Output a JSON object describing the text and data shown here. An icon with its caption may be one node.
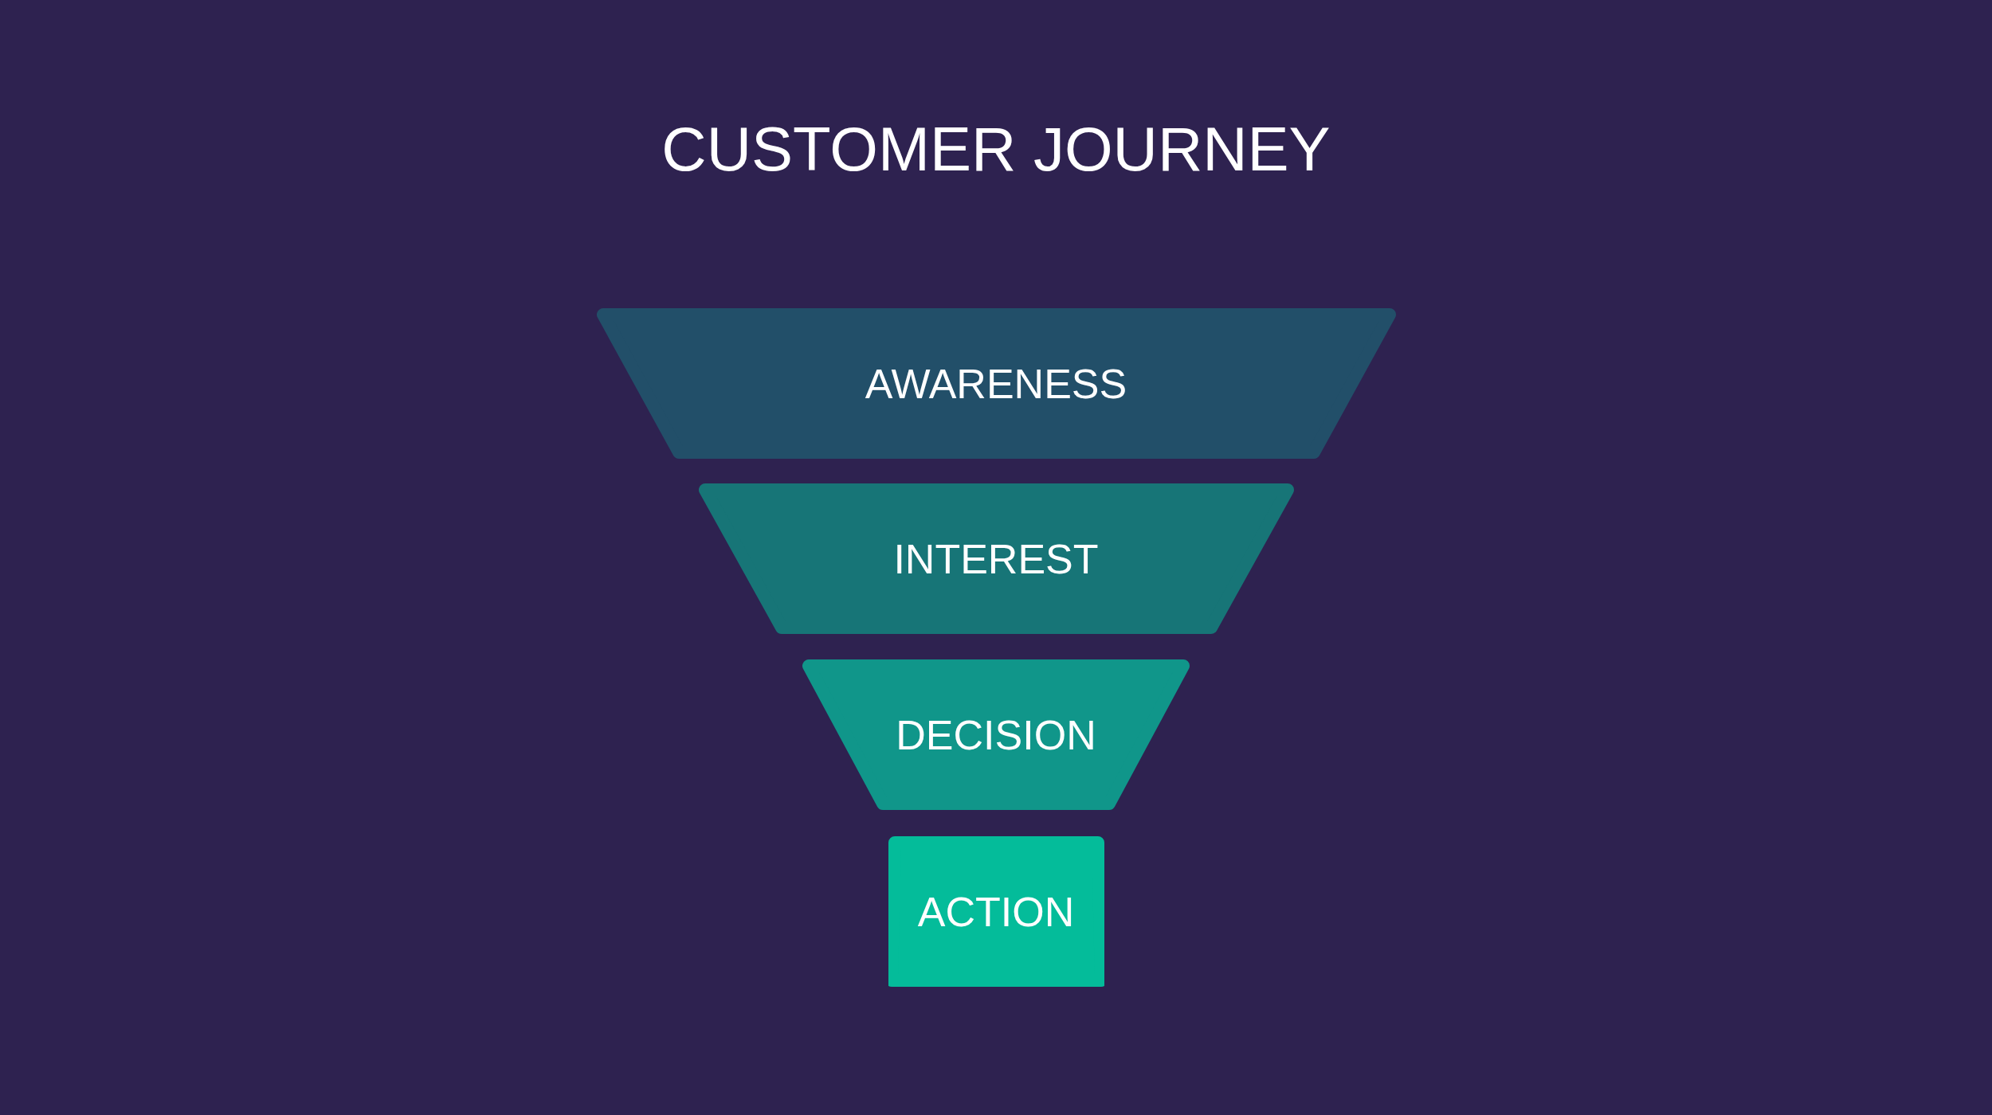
{
  "diagram": {
    "title": "CUSTOMER JOURNEY",
    "nodes": [
      {
        "text": [
          "AWARENESS"
        ]
      },
      {
        "text": [
          "INTEREST"
        ]
      },
      {
        "text": [
          "DECISION"
        ]
      },
      {
        "text": [
          "ACTION"
        ]
      }
    ]
  }
}
